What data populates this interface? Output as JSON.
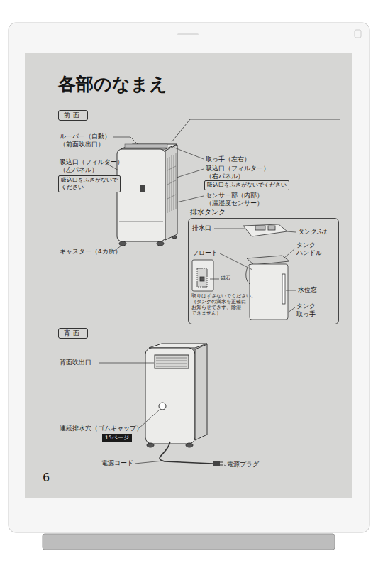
{
  "diagram": {
    "title": "各部のなまえ",
    "nodes": [
      {
        "text": [
          "前面"
        ]
      },
      {
        "text": [
          "吸込口をふさがないでください"
        ]
      },
      {
        "text": [
          "吸込口をふさがないでください"
        ]
      },
      {
        "text": [
          "排水タンク"
        ]
      },
      {
        "text": [
          "背面"
        ]
      },
      {
        "text": [
          "15ページ"
        ]
      }
    ],
    "labels": [
      "ルーバー（自動） （前面吹出口）",
      "吸込口（フィルター） （左パネル）",
      "取っ手（左右）",
      "吸込口（フィルター） （右パネル）",
      "センサー部（内部） （温湿度センサー）",
      "排水口",
      "タンクふた",
      "フロート",
      "タンク ハンドル",
      "磁石",
      "取りはずさないでください。 （タンクの満水を正確に お知らせできず、除湿 できません）",
      "水位窓",
      "タンク 取っ手",
      "キャスター（4カ所）",
      "背面吹出口",
      "連続排水穴（ゴムキャップ）",
      "電源コード",
      "電源プラグ",
      "6"
    ]
  }
}
